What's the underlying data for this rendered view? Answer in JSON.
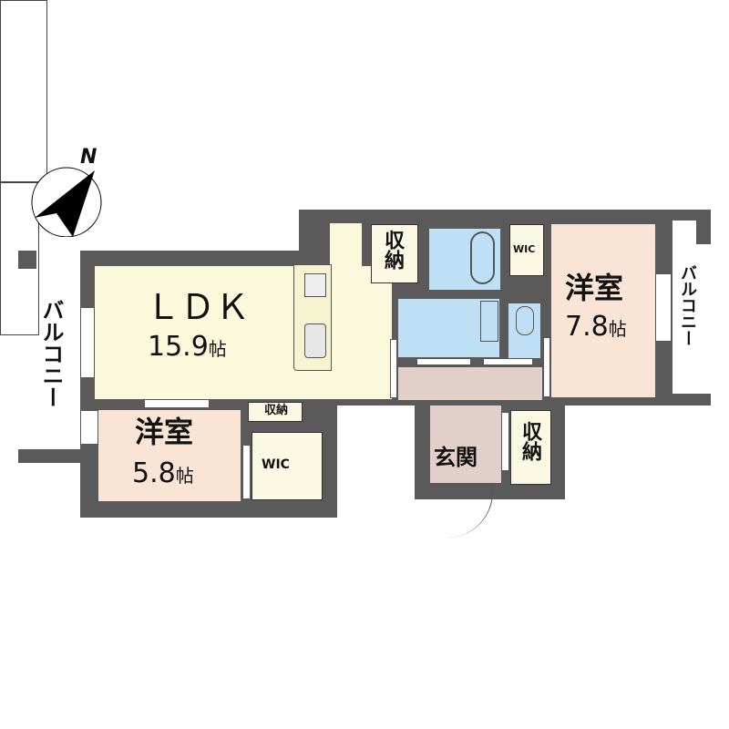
{
  "compass": {
    "label": "N",
    "icon": "north-arrow-icon"
  },
  "rooms": {
    "ldk": {
      "name": "ＬＤＫ",
      "size": "15.9",
      "unit": "帖"
    },
    "western_1": {
      "name": "洋室",
      "size": "5.8",
      "unit": "帖"
    },
    "western_2": {
      "name": "洋室",
      "size": "7.8",
      "unit": "帖"
    },
    "entrance": {
      "name": "玄関"
    },
    "storage_top": {
      "name": "収納"
    },
    "storage_small": {
      "name": "収納"
    },
    "storage_entrance": {
      "name": "収納"
    },
    "wic_1": {
      "name": "WIC"
    },
    "wic_2": {
      "name": "WIC"
    },
    "balcony_left": {
      "name": "バルコニー"
    },
    "balcony_right": {
      "name": "バルコニー"
    }
  },
  "colors": {
    "wall": "#5a5a5a",
    "ldk": "#fbf9dc",
    "western": "#f9e4d6",
    "water": "#bfe0f4",
    "hall": "#e3cfca",
    "storage": "#fbf9e4"
  }
}
